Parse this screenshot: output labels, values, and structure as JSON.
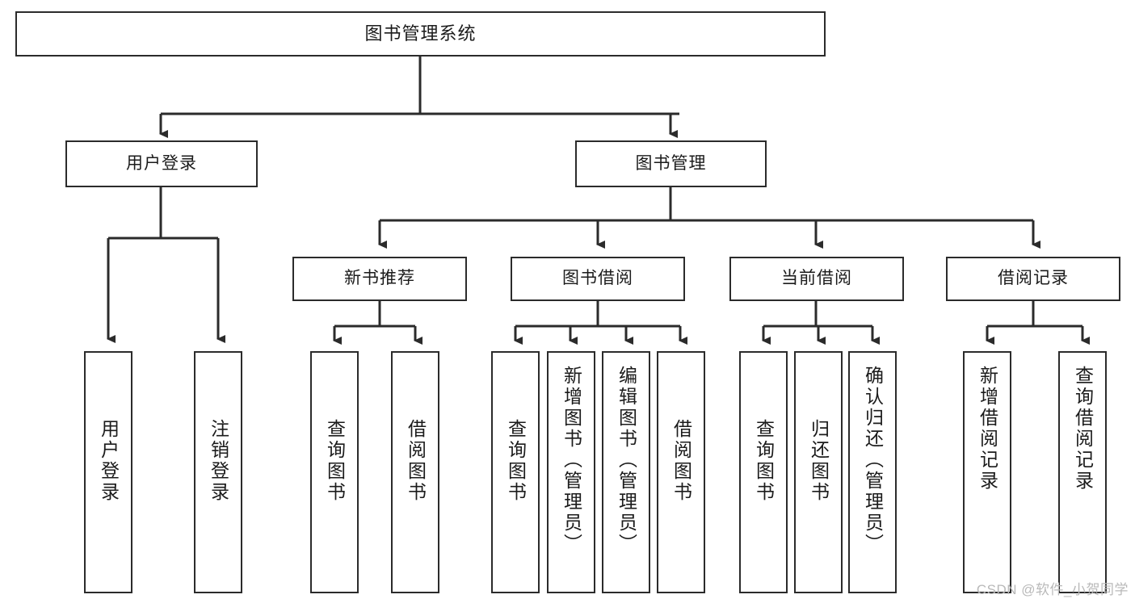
{
  "diagram": {
    "title": "图书管理系统",
    "watermark": "CSDN @软件_小贺同学",
    "line_color": "#2b2b2b",
    "box_border_color": "#2b2b2b",
    "box_fill_color": "#ffffff",
    "background_color": "#ffffff",
    "root": {
      "label": "图书管理系统"
    },
    "level2": [
      {
        "label": "用户登录"
      },
      {
        "label": "图书管理"
      }
    ],
    "level3": [
      {
        "label": "新书推荐"
      },
      {
        "label": "图书借阅"
      },
      {
        "label": "当前借阅"
      },
      {
        "label": "借阅记录"
      }
    ],
    "leaves_user_login": [
      {
        "label": "用户登录"
      },
      {
        "label": "注销登录"
      }
    ],
    "leaves_new_book": [
      {
        "label": "查询图书"
      },
      {
        "label": "借阅图书"
      }
    ],
    "leaves_borrow": [
      {
        "label": "查询图书"
      },
      {
        "label": "新增图书（管理员）"
      },
      {
        "label": "编辑图书（管理员）"
      },
      {
        "label": "借阅图书"
      }
    ],
    "leaves_current": [
      {
        "label": "查询图书"
      },
      {
        "label": "归还图书"
      },
      {
        "label": "确认归还（管理员）"
      }
    ],
    "leaves_record": [
      {
        "label": "新增借阅记录"
      },
      {
        "label": "查询借阅记录"
      }
    ]
  }
}
